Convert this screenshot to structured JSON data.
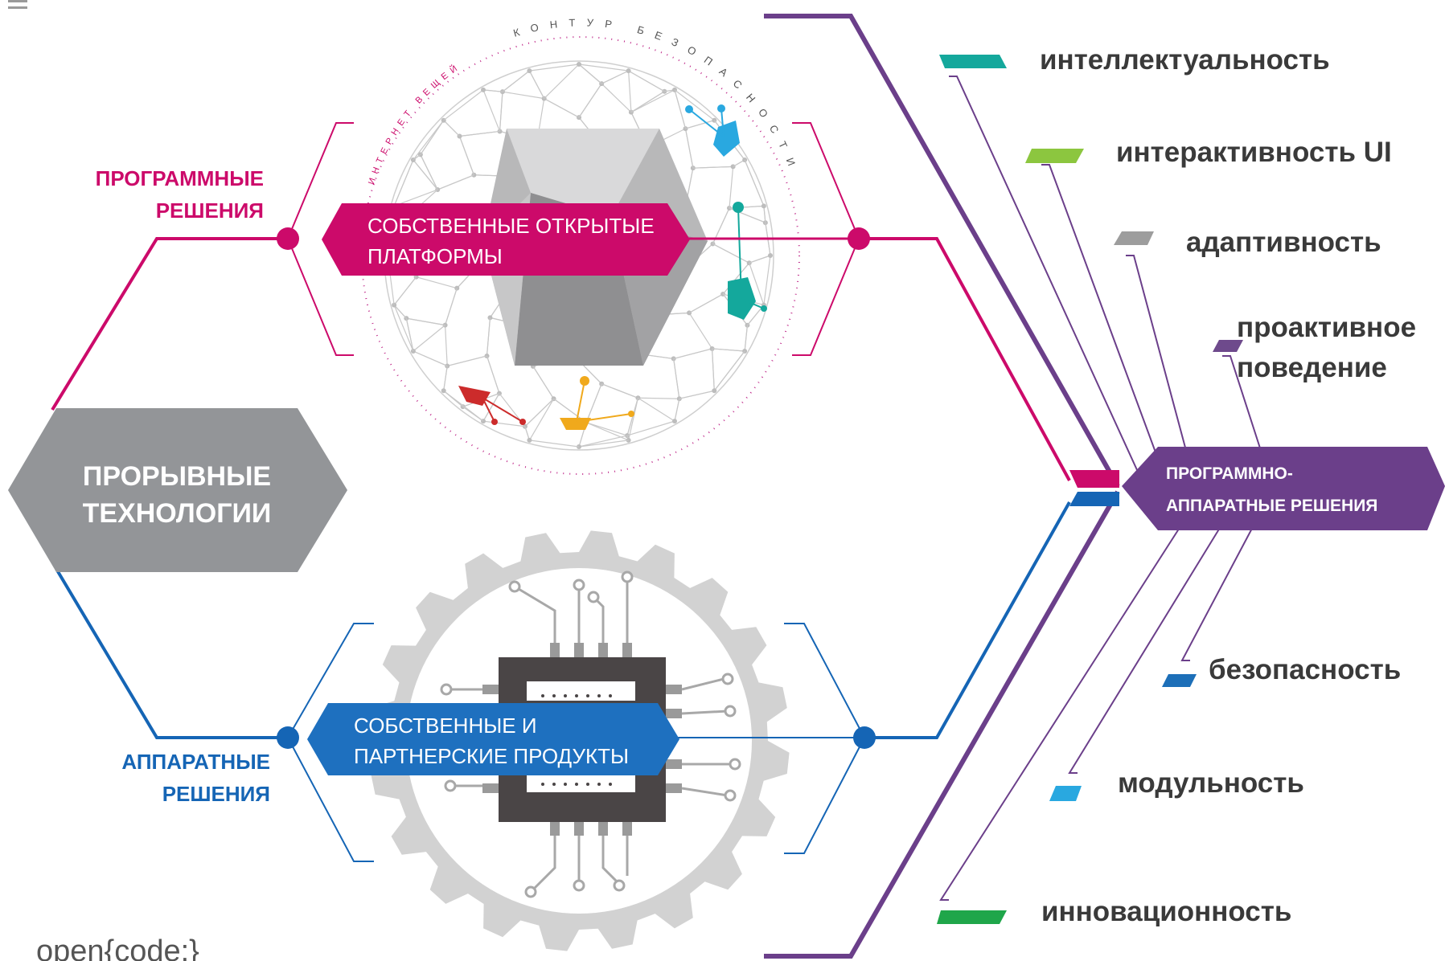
{
  "center": {
    "title_line1": "ПРОРЫВНЫЕ",
    "title_line2": "ТЕХНОЛОГИИ"
  },
  "software": {
    "label_line1": "ПРОГРАММНЫЕ",
    "label_line2": "РЕШЕНИЯ",
    "banner_line1": "СОБСТВЕННЫЕ ОТКРЫТЫЕ",
    "banner_line2": "ПЛАТФОРМЫ",
    "ring_text_left": "ИНТЕРНЕТ ВЕЩЕЙ",
    "ring_text_right": "КОНТУР БЕЗОПАСНОСТИ"
  },
  "hardware": {
    "label_line1": "АППАРАТНЫЕ",
    "label_line2": "РЕШЕНИЯ",
    "banner_line1": "СОБСТВЕННЫЕ И",
    "banner_line2": "ПАРТНЕРСКИЕ ПРОДУКТЫ"
  },
  "result": {
    "line1": "ПРОГРАММНО-",
    "line2": "АППАРАТНЫЕ РЕШЕНИЯ"
  },
  "attributes": [
    {
      "label": "интеллектуальность",
      "color": "#14a89c"
    },
    {
      "label": "интерактивность UI",
      "color": "#8cc63f"
    },
    {
      "label": "адаптивность",
      "color": "#9d9d9d"
    },
    {
      "label_line1": "проактивное",
      "label_line2": "поведение",
      "color": "#6e4a8c"
    },
    {
      "label": "безопасность",
      "color": "#1d6fb8"
    },
    {
      "label": "модульность",
      "color": "#29a8e0"
    },
    {
      "label": "инновационность",
      "color": "#1fa64a"
    }
  ],
  "logo": {
    "text": "open{code:}"
  },
  "colors": {
    "magenta": "#cc0a6a",
    "blue": "#1565b5",
    "purple": "#6b3f8a",
    "gray_hex": "#939598",
    "gear": "#d0d0d0",
    "chip": "#4a4546"
  }
}
